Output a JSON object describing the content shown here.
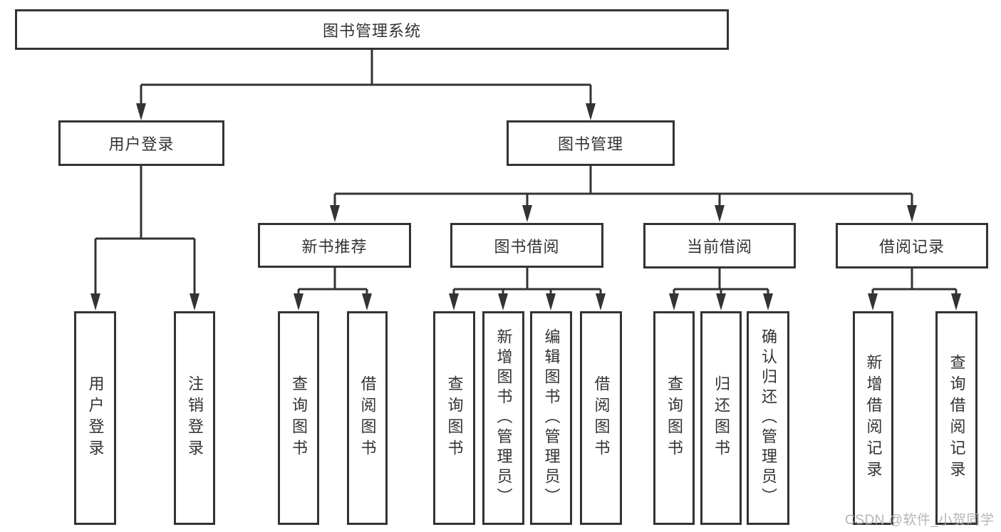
{
  "diagram": {
    "title": "图书管理系统",
    "type": "hierarchy-tree",
    "colors": {
      "line": "#333333",
      "box_border": "#333333",
      "box_background": "#ffffff",
      "text": "#333333",
      "watermark": "#b1b1b1"
    }
  },
  "nodes": {
    "root": "图书管理系统",
    "user_login": "用户登录",
    "book_mgmt": "图书管理",
    "new_books": "新书推荐",
    "borrowing": "图书借阅",
    "current": "当前借阅",
    "records": "借阅记录",
    "ul_login": "用户登录",
    "ul_logout": "注销登录",
    "nb_query": "查询图书",
    "nb_borrow": "借阅图书",
    "bb_query": "查询图书",
    "bb_add": "新增图书（管理员）",
    "bb_edit": "编辑图书（管理员）",
    "bb_borrow": "借阅图书",
    "cb_query": "查询图书",
    "cb_return": "归还图书",
    "cb_confirm": "确认归还（管理员）",
    "br_add": "新增借阅记录",
    "br_query": "查询借阅记录"
  },
  "watermark": "CSDN @软件_小贺同学"
}
